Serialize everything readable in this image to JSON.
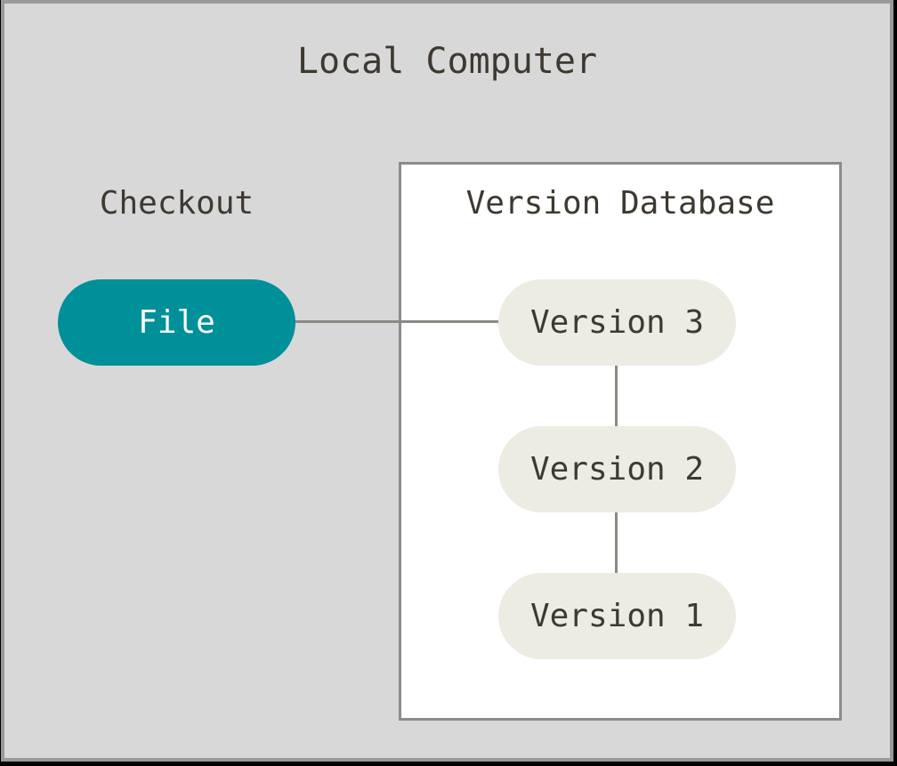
{
  "diagram": {
    "title": "Local Computer",
    "checkout_label": "Checkout",
    "file_node": {
      "label": "File"
    },
    "version_database": {
      "title": "Version Database",
      "versions": [
        {
          "label": "Version 3"
        },
        {
          "label": "Version 2"
        },
        {
          "label": "Version 1"
        }
      ]
    },
    "edges": [
      {
        "from": "File",
        "to": "Version 3"
      },
      {
        "from": "Version 3",
        "to": "Version 2"
      },
      {
        "from": "Version 2",
        "to": "Version 1"
      }
    ]
  },
  "colors": {
    "accent-teal": "#00909A",
    "node-fill": "#ECECE3",
    "node-text": "#3E3931",
    "file-text": "#FAFAF8",
    "line": "#8C8984",
    "frame-bg": "#D8D8D8",
    "frame-border": "#999999",
    "box-bg": "#FFFFFF",
    "box-border": "#8C8C8C",
    "shadow": "#000000"
  }
}
